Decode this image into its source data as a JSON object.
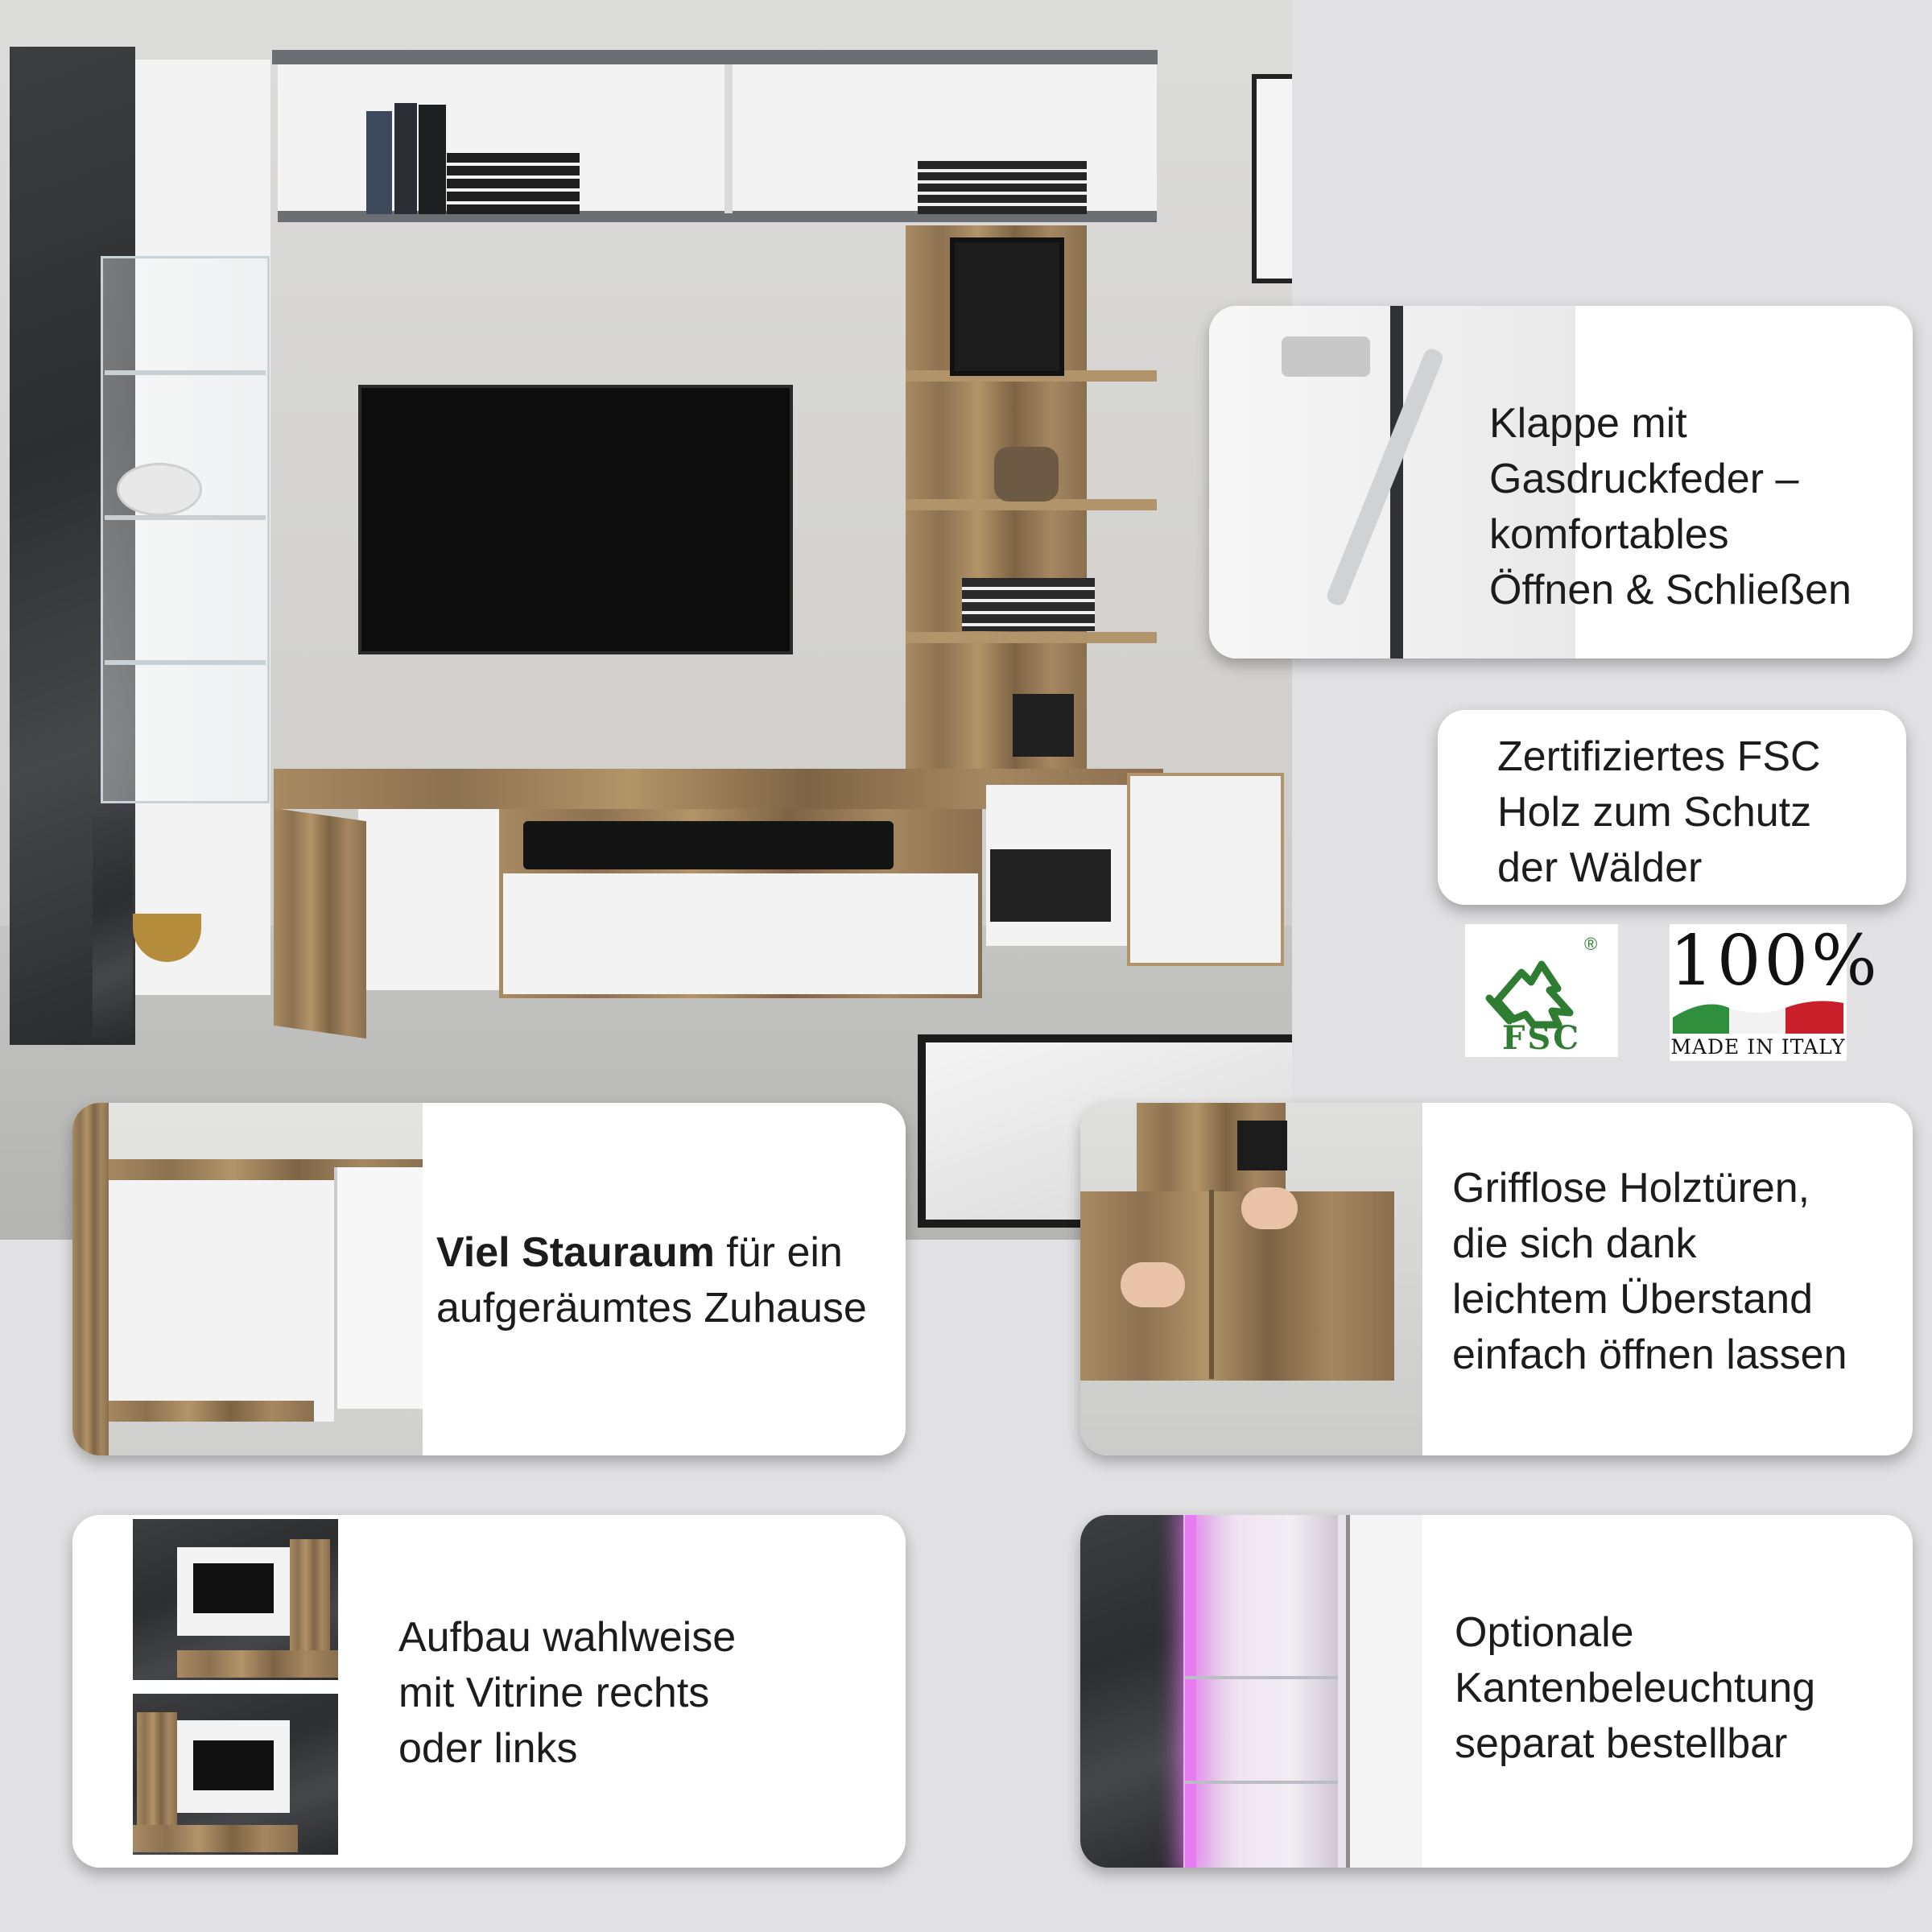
{
  "callouts": {
    "gas_spring": {
      "lines": [
        "Klappe mit",
        "Gasdruckfeder –",
        "komfortables",
        "Öffnen & Schließen"
      ]
    },
    "fsc": {
      "lines": [
        "Zertifiziertes FSC",
        "Holz zum Schutz",
        "der Wälder"
      ]
    },
    "storage": {
      "bold": "Viel Stauraum",
      "rest": " für ein",
      "line2": "aufgeräumtes Zuhause"
    },
    "handleless": {
      "lines": [
        "Grifflose Holztüren,",
        "die sich dank",
        "leichtem Überstand",
        "einfach öffnen lassen"
      ]
    },
    "assembly": {
      "lines": [
        "Aufbau wahlweise",
        "mit Vitrine rechts",
        "oder links"
      ]
    },
    "lighting": {
      "lines": [
        "Optionale",
        "Kantenbeleuchtung",
        "separat bestellbar"
      ]
    }
  },
  "logos": {
    "fsc": {
      "label": "FSC",
      "mark": "®",
      "color": "#2f7d32"
    },
    "italy": {
      "percent": "100%",
      "label": "MADE IN ITALY",
      "flag_colors": [
        "#2f8f3c",
        "#f2f2f2",
        "#c8202a"
      ]
    }
  },
  "colors": {
    "background": "#e1e1e3",
    "card": "#ffffff",
    "wood": "#a88a62",
    "slate": "#34363a"
  }
}
